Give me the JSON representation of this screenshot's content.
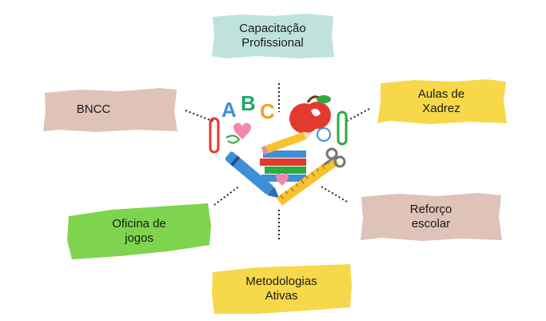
{
  "topics": {
    "capacitacao": {
      "line1": "Capacitação",
      "line2": "Profissional",
      "color": "#bfe3dc"
    },
    "bncc": {
      "line1": "BNCC",
      "line2": "",
      "color": "#dfc2b8"
    },
    "xadrez": {
      "line1": "Aulas de",
      "line2": "Xadrez",
      "color": "#f7d84a"
    },
    "reforco": {
      "line1": "Reforço",
      "line2": "escolar",
      "color": "#dfc2b8"
    },
    "oficina": {
      "line1": "Oficina de",
      "line2": "jogos",
      "color": "#7fd44f"
    },
    "metodologias": {
      "line1": "Metodologias",
      "line2": "Ativas",
      "color": "#f7d84a"
    }
  },
  "center_icon": "school-supplies-heart-icon"
}
